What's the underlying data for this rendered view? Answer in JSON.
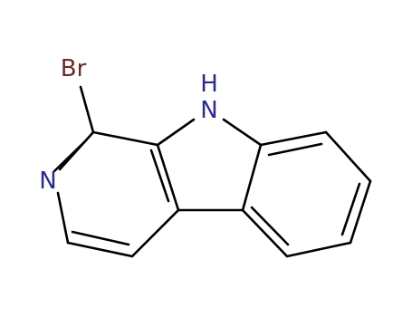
{
  "molecule": {
    "atoms": {
      "bromine": {
        "symbol": "Br",
        "color": "#6b2a26"
      },
      "pyridine_nitrogen": {
        "symbol": "N",
        "color": "#2b2a8c"
      },
      "indole_nitrogen": {
        "symbol": "N",
        "color": "#2b2a8c"
      },
      "indole_hydrogen": {
        "symbol": "H",
        "color": "#2b2a8c"
      }
    },
    "bond_color": "#000000"
  }
}
